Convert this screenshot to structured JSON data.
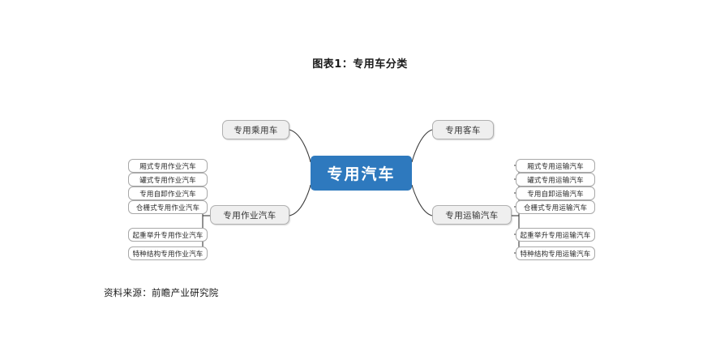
{
  "figure": {
    "title": "图表1：专用车分类",
    "source": "资料来源：前瞻产业研究院"
  },
  "chart_data": {
    "type": "diagram",
    "diagram_type": "mind-map",
    "title": "图表1：专用车分类",
    "root": {
      "label": "专用汽车",
      "color": "#2E79BE",
      "text_color": "#FFFFFF"
    },
    "branches": [
      {
        "id": "passenger-car",
        "label": "专用乘用车",
        "position": "top-left",
        "children": []
      },
      {
        "id": "bus",
        "label": "专用客车",
        "position": "top-right",
        "children": []
      },
      {
        "id": "operation-vehicle",
        "label": "专用作业汽车",
        "position": "bottom-left",
        "children": [
          "厢式专用作业汽车",
          "罐式专用作业汽车",
          "专用自卸作业汽车",
          "仓栅式专用作业汽车",
          "起重举升专用作业汽车",
          "特种结构专用作业汽车"
        ]
      },
      {
        "id": "transport-vehicle",
        "label": "专用运输汽车",
        "position": "bottom-right",
        "children": [
          "厢式专用运输汽车",
          "罐式专用运输汽车",
          "专用自卸运输汽车",
          "仓栅式专用运输汽车",
          "起重举升专用运输汽车",
          "特种结构专用运输汽车"
        ]
      }
    ],
    "colors": {
      "root_fill": "#2E79BE",
      "branch_fill": "#EFEFEF",
      "branch_border": "#B0B0B0",
      "leaf_fill": "#FFFFFF",
      "leaf_border": "#A8A8A8",
      "connector": "#3A3A3A",
      "text": "#333333"
    }
  },
  "nodes": {
    "central": "专用汽车",
    "branch_passenger": "专用乘用车",
    "branch_bus": "专用客车",
    "branch_operation": "专用作业汽车",
    "branch_transport": "专用运输汽车"
  },
  "leaves_left": [
    "厢式专用作业汽车",
    "罐式专用作业汽车",
    "专用自卸作业汽车",
    "仓栅式专用作业汽车",
    "起重举升专用作业汽车",
    "特种结构专用作业汽车"
  ],
  "leaves_right": [
    "厢式专用运输汽车",
    "罐式专用运输汽车",
    "专用自卸运输汽车",
    "仓栅式专用运输汽车",
    "起重举升专用运输汽车",
    "特种结构专用运输汽车"
  ]
}
